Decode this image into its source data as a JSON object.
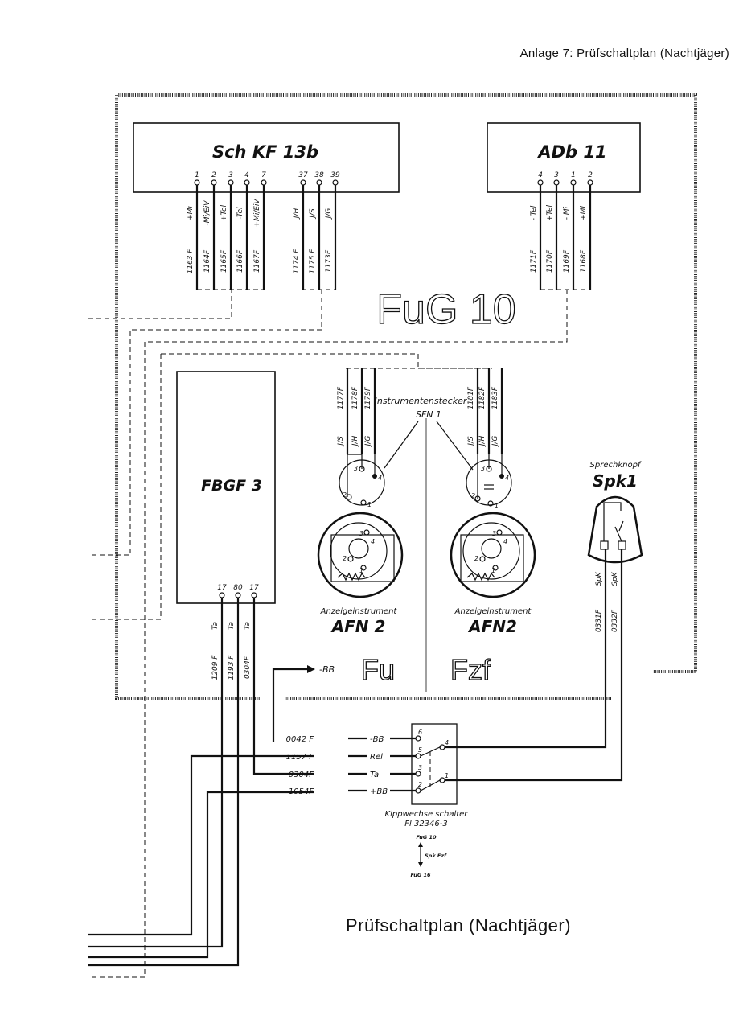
{
  "header": {
    "text": "Anlage 7: Prüfschaltplan (Nachtjäger)"
  },
  "footer": {
    "title": "Prüfschaltplan (Nachtjäger)"
  },
  "diagram": {
    "system_label": "FuG 10",
    "section_left": "Fu",
    "section_right": "Fzf",
    "schkf": {
      "name": "Sch KF 13b",
      "pins": [
        {
          "num": "1",
          "signal": "+Mi",
          "wire": "1163 F"
        },
        {
          "num": "2",
          "signal": "-Mi/EiV",
          "wire": "1164F"
        },
        {
          "num": "3",
          "signal": "+Tel",
          "wire": "1165F"
        },
        {
          "num": "4",
          "signal": "-Tel",
          "wire": "1166F"
        },
        {
          "num": "7",
          "signal": "+Mi/EiV",
          "wire": "1167F"
        },
        {
          "num": "37",
          "signal": "J/H",
          "wire": "1174 F"
        },
        {
          "num": "38",
          "signal": "J/S",
          "wire": "1175 F"
        },
        {
          "num": "39",
          "signal": "J/G",
          "wire": "1173F"
        }
      ]
    },
    "adb": {
      "name": "ADb 11",
      "pins": [
        {
          "num": "4",
          "signal": "- Tel",
          "wire": "1171F"
        },
        {
          "num": "3",
          "signal": "+Tel",
          "wire": "1170F"
        },
        {
          "num": "1",
          "signal": "- Mi",
          "wire": "1169F"
        },
        {
          "num": "2",
          "signal": "+Mi",
          "wire": "1168F"
        }
      ]
    },
    "fbgf": {
      "name": "FBGF 3",
      "pins": [
        {
          "num": "17",
          "signal": "Ta",
          "wire": "1209 F"
        },
        {
          "num": "80",
          "signal": "Ta",
          "wire": "1193 F"
        },
        {
          "num": "17",
          "signal": "Ta",
          "wire": "0304F"
        }
      ]
    },
    "instrument_plug": {
      "label": "Jnstrumentenstecker",
      "sub": "SFN 1"
    },
    "left_plug_wires": [
      {
        "wire": "1177F",
        "signal": "J/S"
      },
      {
        "wire": "1178F",
        "signal": "J/H"
      },
      {
        "wire": "1179F",
        "signal": "J/G"
      }
    ],
    "right_plug_wires": [
      {
        "wire": "1181F",
        "signal": "J/S"
      },
      {
        "wire": "1182F",
        "signal": "J/H"
      },
      {
        "wire": "1183F",
        "signal": "J/G"
      }
    ],
    "meter_left": {
      "caption": "Anzeigeinstrument",
      "name": "AFN 2"
    },
    "meter_right": {
      "caption": "Anzeigeinstrument",
      "name": "AFN2"
    },
    "plug_pin_labels": [
      "3",
      "4",
      "2",
      "1"
    ],
    "spk": {
      "caption": "Sprechknopf",
      "name": "Spk1",
      "wires": [
        {
          "signal": "SpK",
          "wire": "0331F"
        },
        {
          "signal": "SpK",
          "wire": "0332F"
        }
      ]
    },
    "bb_arrow": "-BB",
    "switch": {
      "caption": "Kippwechse schalter",
      "part": "Fl 32346-3",
      "rows": [
        {
          "wire": "0042 F",
          "signal": "-BB",
          "pin": "6"
        },
        {
          "wire": "1157 F",
          "signal": "Rel",
          "pin": "5"
        },
        {
          "wire": "0304F",
          "signal": "Ta",
          "pin": "3"
        },
        {
          "wire": "1054F",
          "signal": "+BB",
          "pin": "2"
        }
      ],
      "right_pins": [
        "4",
        "1"
      ],
      "pos_top": "FuG 10",
      "pos_mid": "Spk Fzf",
      "pos_bottom": "FuG 16"
    }
  }
}
